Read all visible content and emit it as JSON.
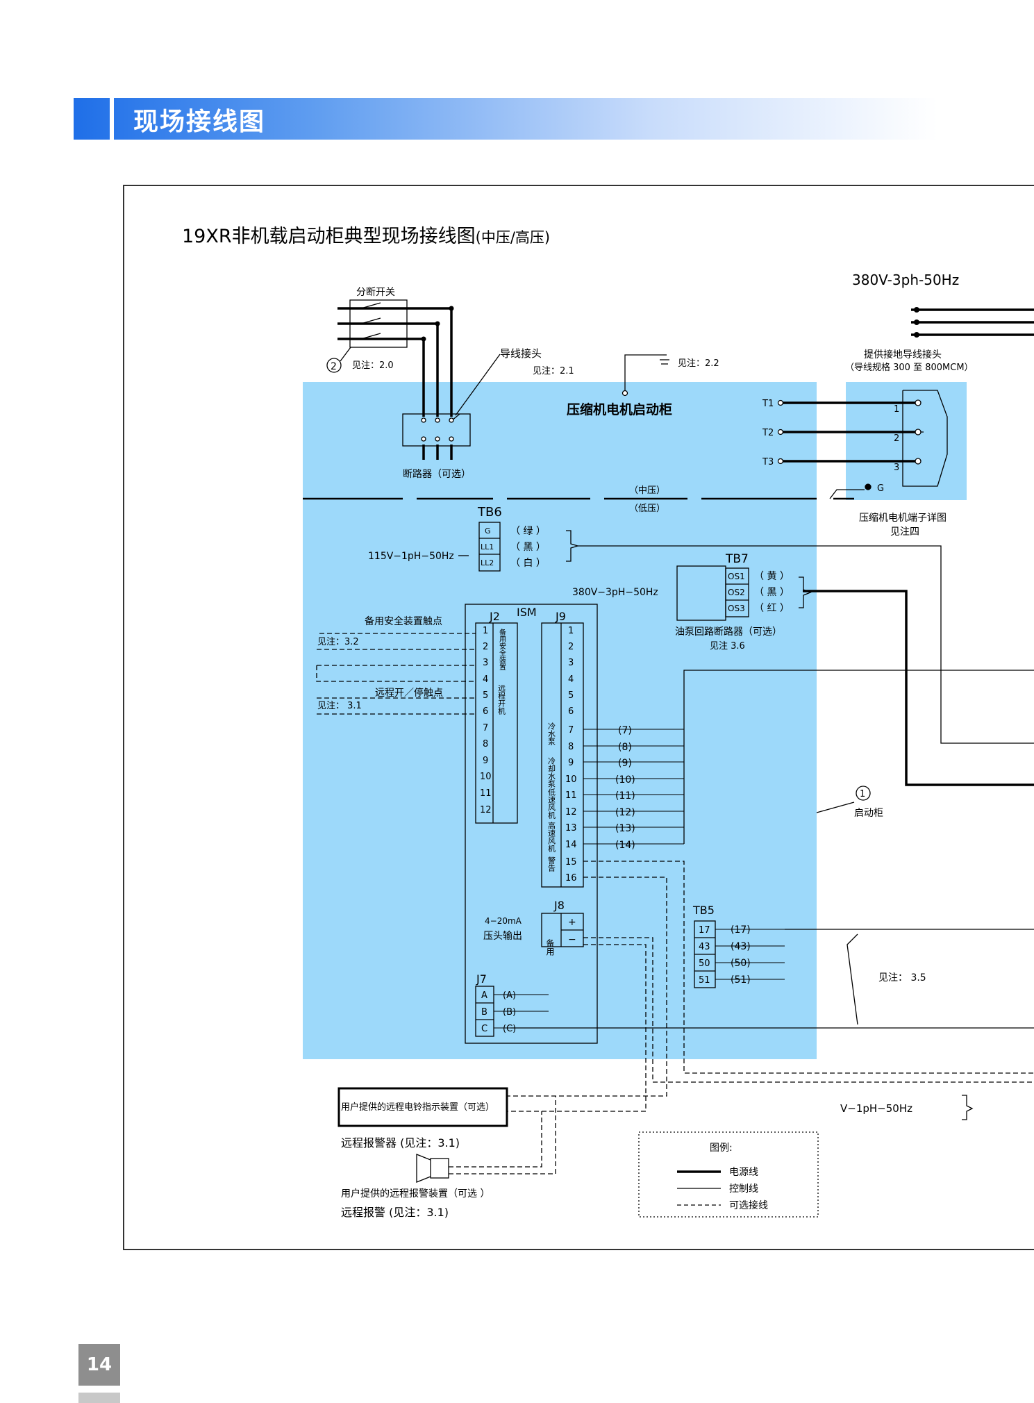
{
  "header": {
    "title": "现场接线图"
  },
  "diagram": {
    "title": "19XR非机载启动柜典型现场接线图",
    "title_suffix": "(中压/高压)",
    "supply_main": "380V-3ph-50Hz",
    "disconnect_switch": "分断开关",
    "note_2_0": "见注：2.0",
    "callout_2": "2",
    "lug": "导线接头",
    "note_2_1": "见注：2.1",
    "note_2_2": "见注：2.2",
    "breaker": "断路器（可选）",
    "starter_cabinet": "压缩机电机启动柜",
    "ground_lug": "提供接地导线接头",
    "ground_lug_spec": "（导线规格 300 至 800MCM）",
    "terminals": [
      "T1",
      "T2",
      "T3"
    ],
    "terminal_nums": [
      "1",
      "2",
      "3"
    ],
    "ground_g": "G",
    "mv": "（中压）",
    "lv": "（低压）",
    "motor_detail": "压缩机电机端子详图",
    "see_note_4": "见注四",
    "tb6": "TB6",
    "tb6_terms": [
      "G",
      "LL1",
      "LL2"
    ],
    "tb6_colors": [
      "（ 绿 ）",
      "（ 黑 ）",
      "（ 白 ）"
    ],
    "supply_115": "115V−1pH−50Hz",
    "tb7": "TB7",
    "tb7_terms": [
      "OS1",
      "OS2",
      "OS3"
    ],
    "tb7_colors": [
      "（ 黄 ）",
      "（ 黑 ）",
      "（ 红 ）"
    ],
    "supply_380": "380V−3pH−50Hz",
    "oil_breaker": "油泵回路断路器（可选）",
    "note_3_6": "见注 3.6",
    "ism": "ISM",
    "j2": "J2",
    "j9": "J9",
    "j8": "J8",
    "j7": "J7",
    "j2_terms": [
      "1",
      "2",
      "3",
      "4",
      "5",
      "6",
      "7",
      "8",
      "9",
      "10",
      "11",
      "12"
    ],
    "j9_terms": [
      "1",
      "2",
      "3",
      "4",
      "5",
      "6",
      "7",
      "8",
      "9",
      "10",
      "11",
      "12",
      "13",
      "14",
      "15",
      "16"
    ],
    "j2_label_a": "备用安全装置",
    "j2_label_b": "远程开机",
    "j9_group_labels": [
      "冷水泵",
      "冷却水泵",
      "低速风机",
      "高速风机",
      "警告"
    ],
    "j9_wires": [
      "(7)",
      "(8)",
      "(9)",
      "(10)",
      "(11)",
      "(12)",
      "(13)",
      "(14)"
    ],
    "spare_safety": "备用安全装置触点",
    "note_3_2": "见注：3.2",
    "remote_contact": "远程开／停触点",
    "note_3_1": "见注： 3.1",
    "j8_label": "备用",
    "j8_terms": [
      "+",
      "−"
    ],
    "pressure_output_a": "4−20mA",
    "pressure_output_b": "压头输出",
    "j7_terms": [
      "A",
      "B",
      "C"
    ],
    "j7_wires": [
      "(A)",
      "(B)",
      "(C)"
    ],
    "tb5": "TB5",
    "tb5_terms": [
      "17",
      "43",
      "50",
      "51"
    ],
    "tb5_wires": [
      "(17)",
      "(43)",
      "(50)",
      "(51)"
    ],
    "note_3_5": "见注： 3.5",
    "callout_1": "1",
    "starter_label": "启动柜",
    "remote_indicator": "用户提供的远程电铃指示装置（可选）",
    "supply_v1ph": "V−1pH−50Hz",
    "remote_alarm": "远程报警器 (见注：3.1)",
    "user_alarm_device": "用户提供的远程报警装置（可选 ）",
    "remote_alarm2": "远程报警 (见注：3.1)",
    "legend": {
      "title": "图例:",
      "items": [
        "电源线",
        "控制线",
        "可选接线"
      ]
    }
  },
  "page_number": "14",
  "colors": {
    "panel": "#9dd9fa",
    "header_blue": "#1f6fe8"
  }
}
